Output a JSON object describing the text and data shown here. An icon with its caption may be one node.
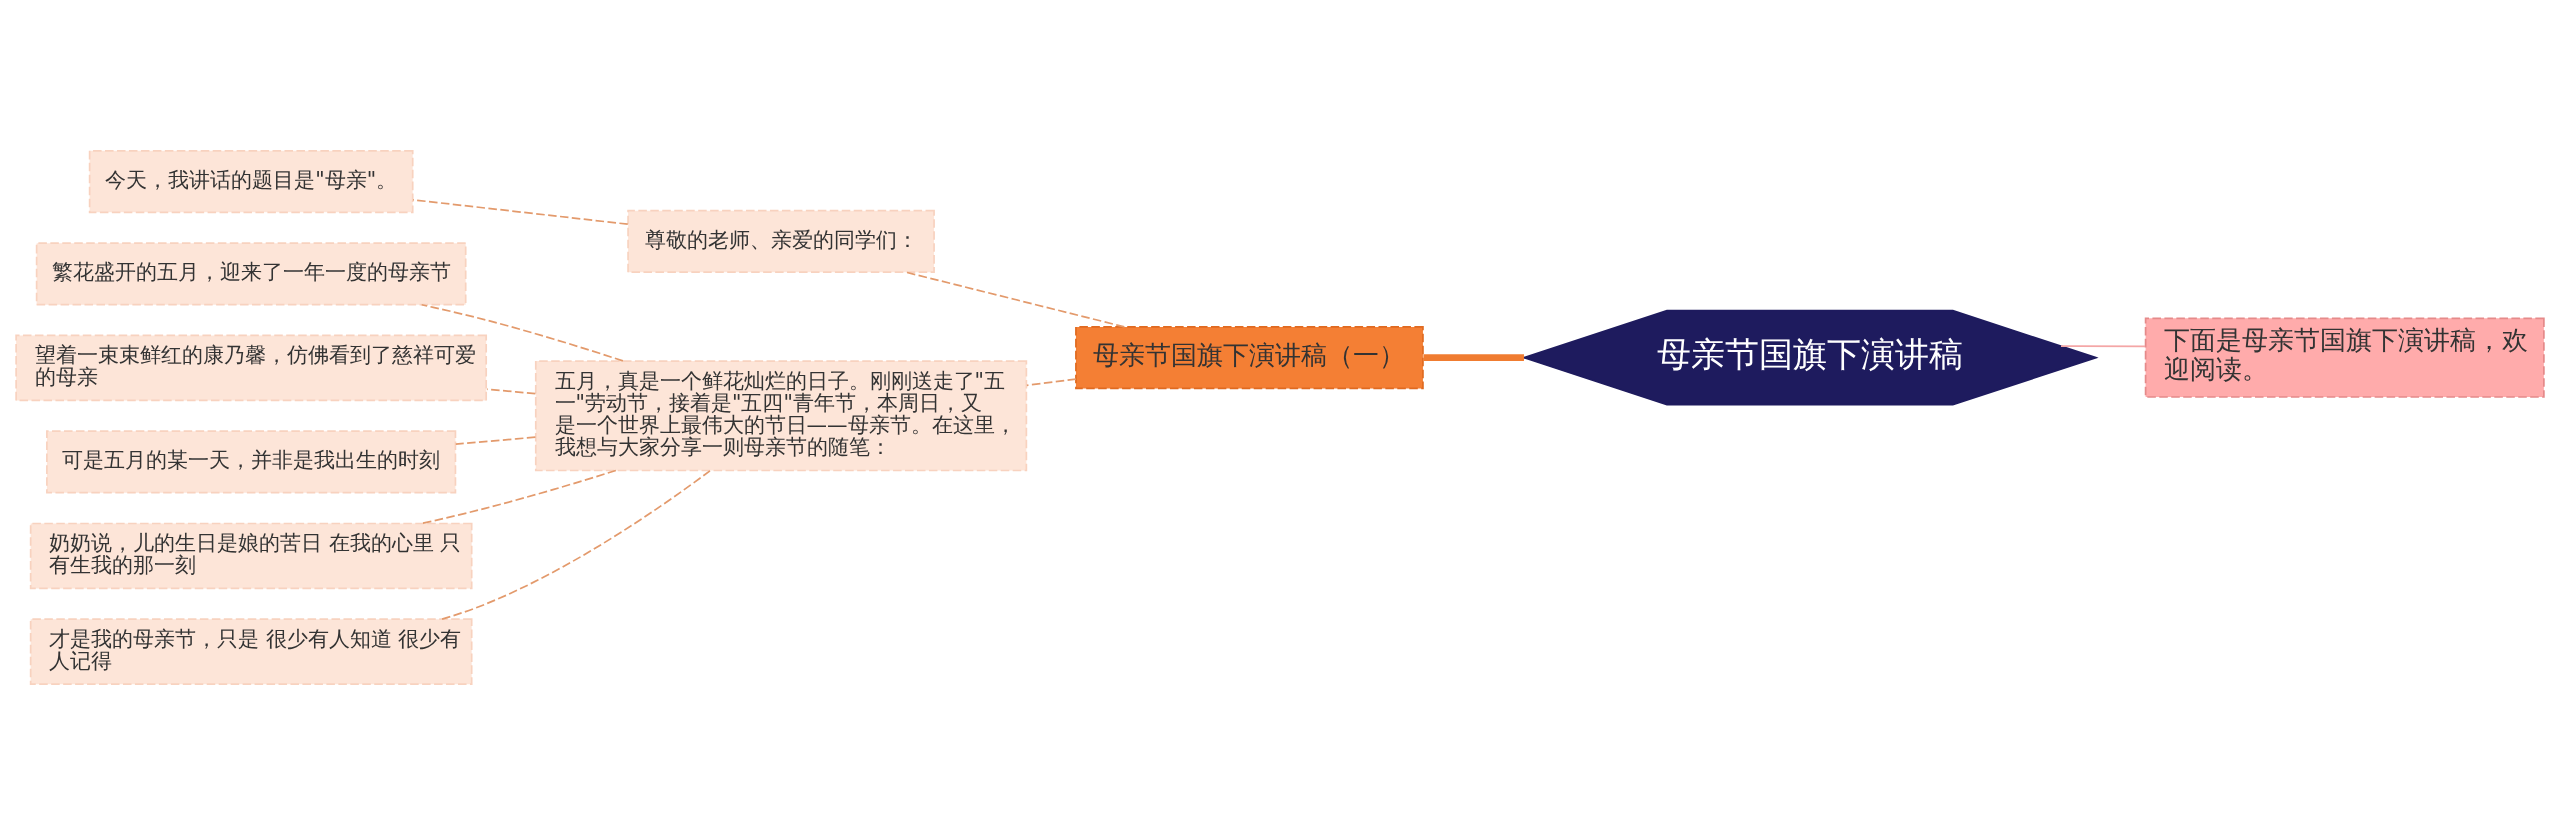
{
  "diagram": {
    "nodes": [
      {
        "text": [
          "母亲节国旗下演讲稿"
        ]
      },
      {
        "text": [
          "下面是母亲节国旗下演讲稿，欢迎阅读。"
        ]
      },
      {
        "text": [
          "母亲节国旗下演讲稿（一）"
        ]
      },
      {
        "text": [
          "尊敬的老师、亲爱的同学们："
        ]
      },
      {
        "text": [
          "今天，我讲话的题目是\"母亲\"。"
        ]
      },
      {
        "text": [
          "五月，真是一个鲜花灿烂的日子。刚刚送走了\"五一\"劳动节，接着是\"五四\"青年节，本周日，又是一个世界上最伟大的节日——母亲节。在这里，我想与大家分享一则母亲节的随笔："
        ]
      },
      {
        "text": [
          "繁花盛开的五月，迎来了一年一度的母亲节"
        ]
      },
      {
        "text": [
          "望着一束束鲜红的康乃馨，仿佛看到了慈祥可爱的母亲"
        ]
      },
      {
        "text": [
          "可是五月的某一天，并非是我出生的时刻"
        ]
      },
      {
        "text": [
          "奶奶说，儿的生日是娘的苦日 在我的心里 只有生我的那一刻"
        ]
      },
      {
        "text": [
          "才是我的母亲节，只是 很少有人知道 很少有人记得"
        ]
      }
    ],
    "edges": [
      {
        "from": 0,
        "to": 1,
        "arrow": "none",
        "color": "#f4a6a6"
      },
      {
        "from": 0,
        "to": 2,
        "arrow": "none",
        "style": "thick",
        "color": "#f07c30"
      },
      {
        "from": 2,
        "to": 3,
        "arrow": "none",
        "style": "dashed"
      },
      {
        "from": 3,
        "to": 4,
        "arrow": "none",
        "style": "dashed"
      },
      {
        "from": 2,
        "to": 5,
        "arrow": "none",
        "style": "dashed"
      },
      {
        "from": 5,
        "to": 6,
        "arrow": "none",
        "style": "dashed"
      },
      {
        "from": 5,
        "to": 7,
        "arrow": "none",
        "style": "dashed"
      },
      {
        "from": 5,
        "to": 8,
        "arrow": "none",
        "style": "dashed"
      },
      {
        "from": 5,
        "to": 9,
        "arrow": "none",
        "style": "dashed"
      },
      {
        "from": 5,
        "to": 10,
        "arrow": "none",
        "style": "dashed"
      }
    ]
  }
}
